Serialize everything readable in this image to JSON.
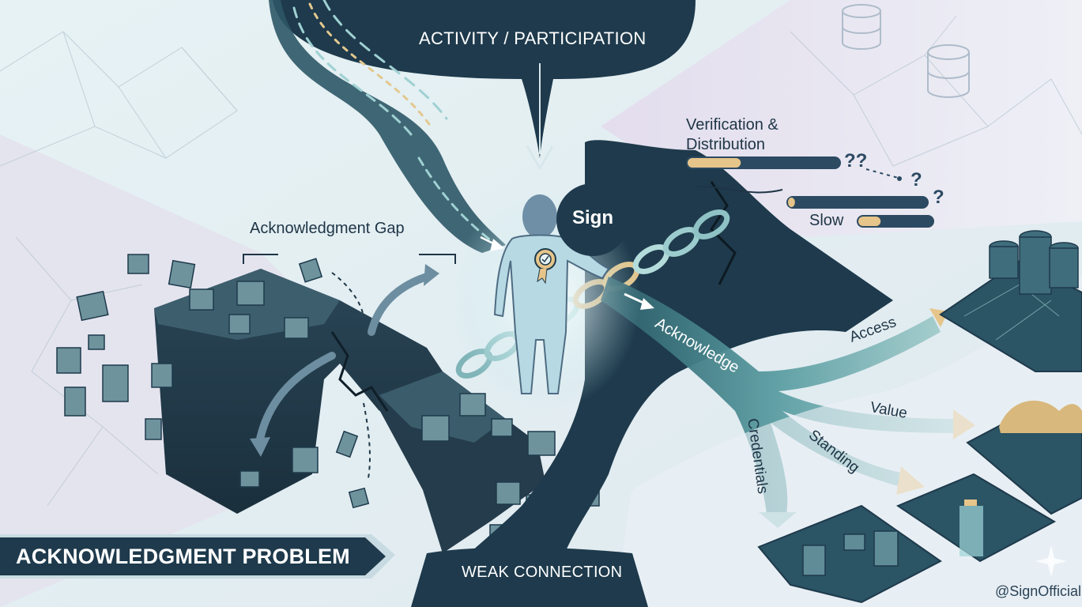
{
  "labels": {
    "activity": "ACTIVITY / PARTICIPATION",
    "gap": "Acknowledgment Gap",
    "sign": "Sign",
    "verification": "Verification & Distribution",
    "slow": "Slow",
    "acknowledge": "Acknowledge",
    "access": "Access",
    "value": "Value",
    "standing": "Standing",
    "credentials": "Credentials",
    "weak": "WEAK CONNECTION",
    "handle": "@SignOfficial",
    "question": "??",
    "question_single": "?"
  },
  "banner": {
    "title": "ACKNOWLEDGMENT PROBLEM"
  },
  "progress": {
    "verification_fill": 0.35,
    "second_fill": 0.05,
    "slow_fill": 0.3
  },
  "colors": {
    "dark_navy": "#1e3a4c",
    "teal": "#3f7f88",
    "gold": "#e2c48c",
    "sky": "#e3eef1",
    "lavender": "#e6e1ef"
  }
}
